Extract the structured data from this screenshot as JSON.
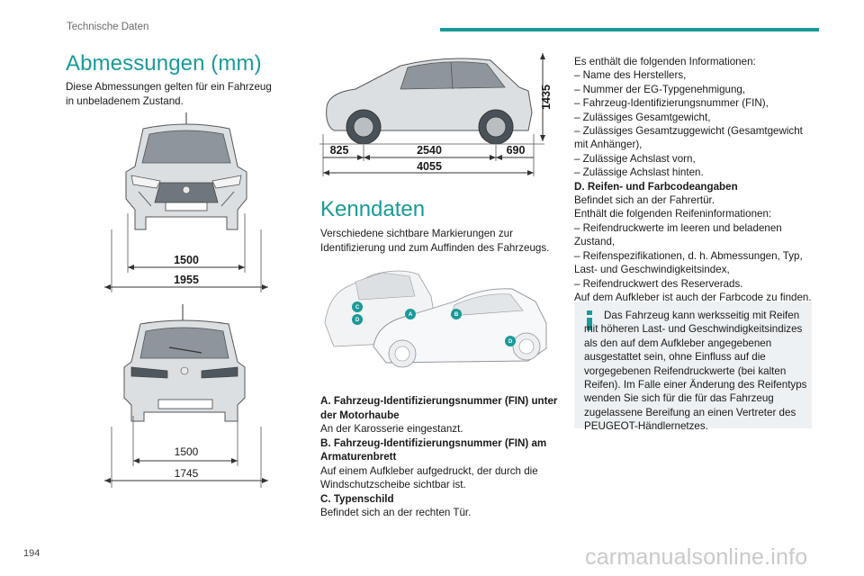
{
  "header": {
    "section": "Technische Daten"
  },
  "dimensions": {
    "title": "Abmessungen (mm)",
    "intro": "Diese Abmessungen gelten für ein Fahrzeug in unbeladenem Zustand.",
    "front": {
      "track": "1500",
      "width": "1955"
    },
    "rear": {
      "track": "1500",
      "width": "1745"
    },
    "side": {
      "height": "1435",
      "overhang_front": "825",
      "wheelbase": "2540",
      "overhang_rear": "690",
      "length": "4055"
    }
  },
  "identification": {
    "title": "Kenndaten",
    "intro": "Verschiedene sichtbare Markierungen zur Identifizierung und zum Auffinden des Fahrzeugs.",
    "markers": [
      "A",
      "B",
      "C",
      "D"
    ],
    "marker_color": "#1a9a98",
    "items": {
      "a_title": "A. Fahrzeug-Identifizierungsnummer (FIN) unter der Motorhaube",
      "a_text": "An der Karosserie eingestanzt.",
      "b_title": "B. Fahrzeug-Identifizierungsnummer (FIN) am Armaturenbrett",
      "b_text": "Auf einem Aufkleber aufgedruckt, der durch die Windschutzscheibe sichtbar ist.",
      "c_title": "C. Typenschild",
      "c_text": "Befindet sich an der rechten Tür."
    }
  },
  "right": {
    "lines": [
      "Es enthält die folgenden Informationen:",
      "– Name des Herstellers,",
      "– Nummer der EG-Typgenehmigung,",
      "– Fahrzeug-Identifizierungsnummer (FIN),",
      "– Zulässiges Gesamtgewicht,",
      "– Zulässiges Gesamtzuggewicht (Gesamtgewicht mit Anhänger),",
      "– Zulässige Achslast vorn,",
      "– Zulässige Achslast hinten."
    ],
    "d_title": "D. Reifen- und Farbcodeangaben",
    "d_lines": [
      "Befindet sich an der Fahrertür.",
      "Enthält die folgenden Reifeninformationen:",
      "– Reifendruckwerte im leeren und beladenen Zustand,",
      "– Reifenspezifikationen, d. h. Abmessungen, Typ, Last- und Geschwindigkeitsindex,",
      "– Reifendruckwert des Reserverads.",
      "Auf dem Aufkleber ist auch der Farbcode zu finden."
    ],
    "info": "Das Fahrzeug kann werksseitig mit Reifen mit höheren Last- und Geschwindigkeitsindizes als den auf dem Aufkleber angegebenen ausgestattet sein, ohne Einfluss auf die vorgegebenen Reifendruckwerte (bei kalten Reifen). Im Falle einer Änderung des Reifentyps wenden Sie sich für die für das Fahrzeug zugelassene Bereifung an einen Vertreter des PEUGEOT-Händlernetzes."
  },
  "footer": {
    "page_number": "194",
    "watermark": "carmanualsonline.info"
  },
  "colors": {
    "accent": "#1a9a98",
    "info_bg": "#eef1f3"
  }
}
